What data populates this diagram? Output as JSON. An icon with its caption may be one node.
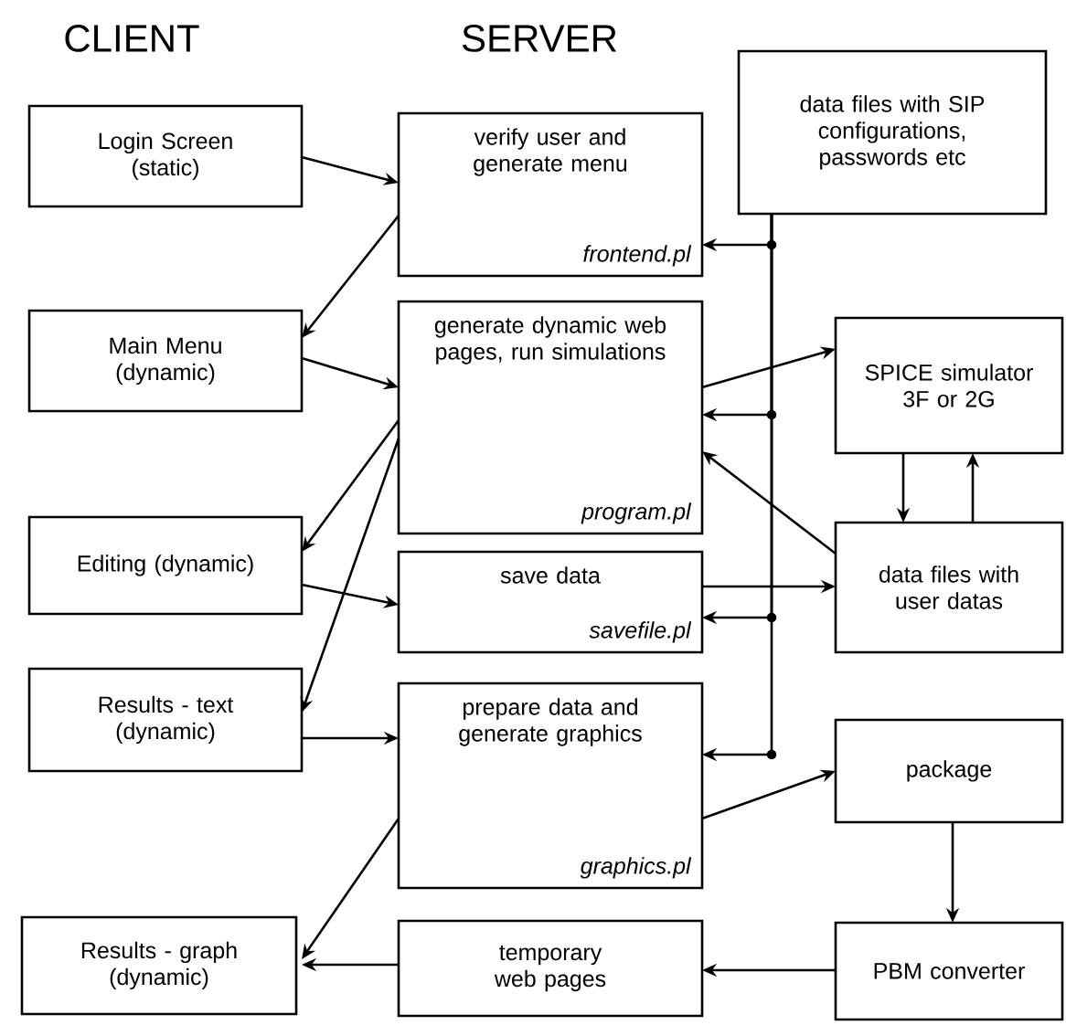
{
  "diagram": {
    "nodes": [
      {
        "text": [
          "Login Screen (static)"
        ]
      },
      {
        "text": [
          "verify user and generate menu",
          "frontend.pl"
        ]
      },
      {
        "text": [
          "data files with SIP configurations, passwords etc"
        ]
      },
      {
        "text": [
          "Main Menu (dynamic)"
        ]
      },
      {
        "text": [
          "generate dynamic web pages, run simulations",
          "program.pl"
        ]
      },
      {
        "text": [
          "SPICE simulator 3F or 2G"
        ]
      },
      {
        "text": [
          "Editing (dynamic)"
        ]
      },
      {
        "text": [
          "save data",
          "savefile.pl"
        ]
      },
      {
        "text": [
          "data files with user datas"
        ]
      },
      {
        "text": [
          "Results - text (dynamic)"
        ]
      },
      {
        "text": [
          "prepare data and generate graphics",
          "graphics.pl"
        ]
      },
      {
        "text": [
          "package"
        ]
      },
      {
        "text": [
          "Results - graph (dynamic)"
        ]
      },
      {
        "text": [
          "temporary web pages"
        ]
      },
      {
        "text": [
          "PBM converter"
        ]
      }
    ],
    "edges": [
      {
        "from": 0,
        "to": 1,
        "arrow": "to"
      },
      {
        "from": 1,
        "to": 3,
        "arrow": "to"
      },
      {
        "from": 3,
        "to": 4,
        "arrow": "to"
      },
      {
        "from": 4,
        "to": 6,
        "arrow": "to"
      },
      {
        "from": 4,
        "to": 9,
        "arrow": "to"
      },
      {
        "from": 6,
        "to": 7,
        "arrow": "to"
      },
      {
        "from": 9,
        "to": 10,
        "arrow": "to"
      },
      {
        "from": 10,
        "to": 12,
        "arrow": "to"
      },
      {
        "from": 13,
        "to": 12,
        "arrow": "to"
      },
      {
        "from": 14,
        "to": 13,
        "arrow": "to"
      },
      {
        "from": 11,
        "to": 14,
        "arrow": "to"
      },
      {
        "from": 10,
        "to": 11,
        "arrow": "to"
      },
      {
        "from": 4,
        "to": 5,
        "arrow": "to"
      },
      {
        "from": 5,
        "to": 8,
        "arrow": "to"
      },
      {
        "from": 8,
        "to": 5,
        "arrow": "to"
      },
      {
        "from": 8,
        "to": 4,
        "arrow": "to"
      },
      {
        "from": 7,
        "to": 8,
        "arrow": "to"
      },
      {
        "from": 2,
        "to": 1,
        "arrow": "to"
      },
      {
        "from": 2,
        "to": 4,
        "arrow": "to"
      },
      {
        "from": 2,
        "to": 7,
        "arrow": "to"
      },
      {
        "from": 2,
        "to": 10,
        "arrow": "to"
      }
    ],
    "labels": [
      "CLIENT",
      "SERVER"
    ]
  }
}
